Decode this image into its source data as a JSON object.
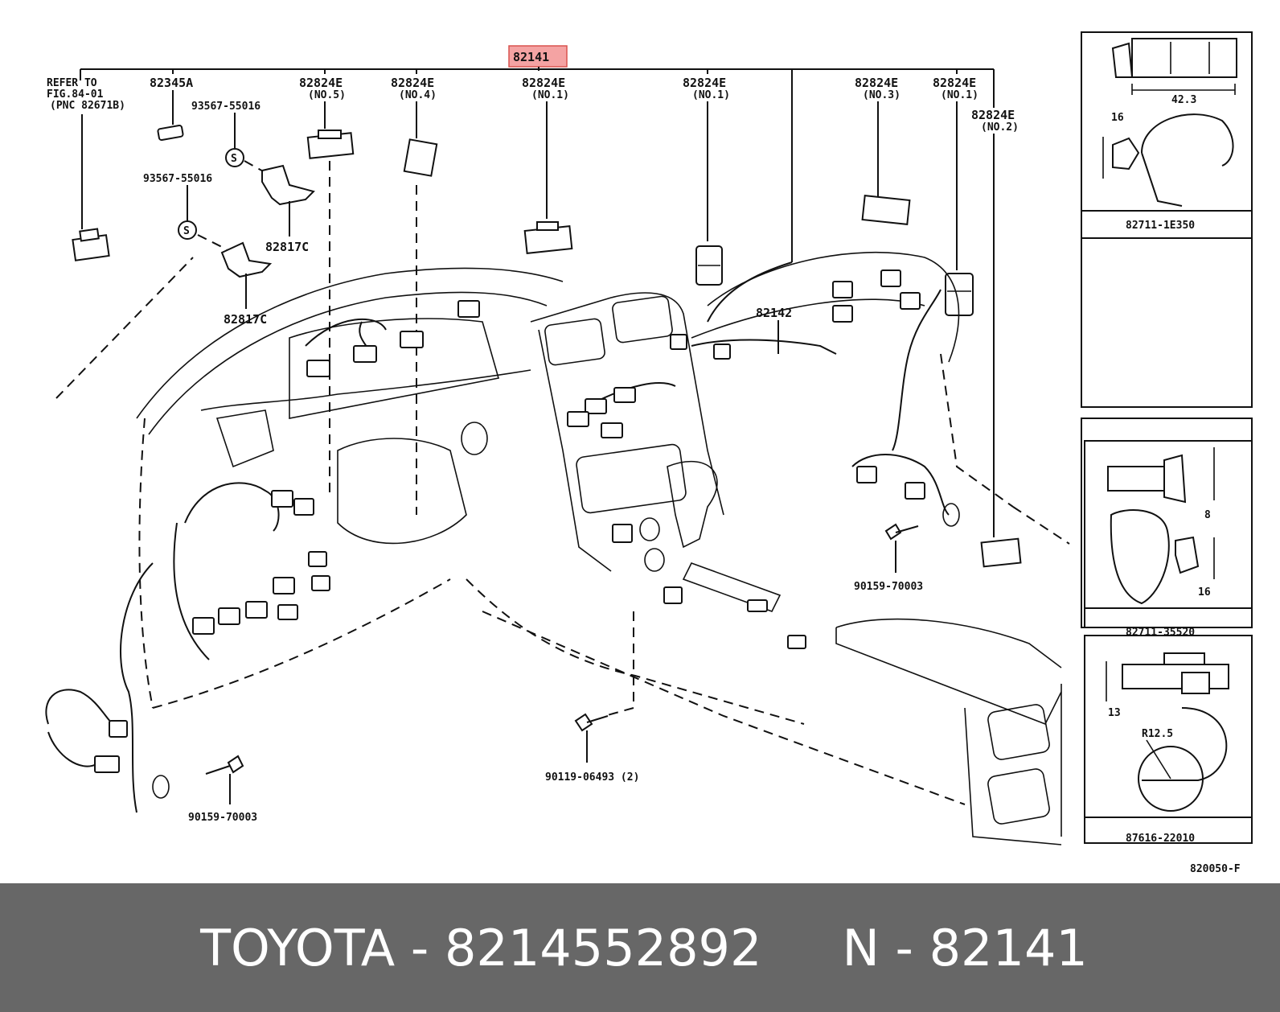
{
  "highlight": {
    "part": "82141",
    "color": "#f4a3a3",
    "border": "#d9534f"
  },
  "labels": {
    "refer_line1": "REFER TO",
    "refer_line2": "FIG.84-01",
    "refer_line3": "(PNC 82671B)",
    "p82345a": "82345A",
    "p93567_a": "93567-55016",
    "p93567_b": "93567-55016",
    "p82817c_a": "82817C",
    "p82817c_b": "82817C",
    "p82824e_no5": "82824E",
    "no5": "(NO.5)",
    "p82824e_no4": "82824E",
    "no4": "(NO.4)",
    "p82824e_no1_a": "82824E",
    "no1_a": "(NO.1)",
    "p82824e_no1_b": "82824E",
    "no1_b": "(NO.1)",
    "p82824e_no3": "82824E",
    "no3": "(NO.3)",
    "p82824e_no1_c": "82824E",
    "no1_c": "(NO.1)",
    "p82824e_no2": "82824E",
    "no2": "(NO.2)",
    "p82142": "82142",
    "p90159_a": "90159-70003",
    "p90159_b": "90159-70003",
    "p90119": "90119-06493 (2)",
    "s_symbol": "S",
    "diagram_id": "820050-F"
  },
  "side_panels": {
    "panel1": {
      "part": "82711-1E350",
      "dim_a": "42.3",
      "dim_b": "16"
    },
    "panel2": {
      "part": "82711-35520",
      "dim_a": "8",
      "dim_b": "16"
    },
    "panel3": {
      "part": "87616-22010",
      "dim_a": "13",
      "dim_b": "R12.5"
    }
  },
  "footer": {
    "brand_part": "TOYOTA - 8214552892",
    "ref": "N - 82141"
  }
}
